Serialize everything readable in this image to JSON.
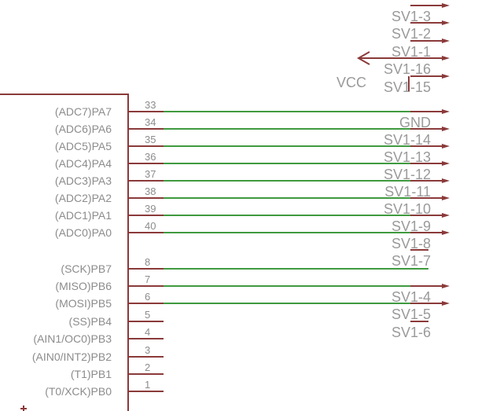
{
  "chip": {
    "pins": [
      {
        "name": "(ADC7)PA7",
        "num": "33",
        "wired": true
      },
      {
        "name": "(ADC6)PA6",
        "num": "34",
        "wired": true
      },
      {
        "name": "(ADC5)PA5",
        "num": "35",
        "wired": true
      },
      {
        "name": "(ADC4)PA4",
        "num": "36",
        "wired": true
      },
      {
        "name": "(ADC3)PA3",
        "num": "37",
        "wired": true
      },
      {
        "name": "(ADC2)PA2",
        "num": "38",
        "wired": true
      },
      {
        "name": "(ADC1)PA1",
        "num": "39",
        "wired": true
      },
      {
        "name": "(ADC0)PA0",
        "num": "40",
        "wired": true
      },
      {
        "name": "(SCK)PB7",
        "num": "8",
        "wired": true
      },
      {
        "name": "(MISO)PB6",
        "num": "7",
        "wired": true
      },
      {
        "name": "(MOSI)PB5",
        "num": "6",
        "wired": true
      },
      {
        "name": "(SS)PB4",
        "num": "5",
        "wired": false
      },
      {
        "name": "(AIN1/OC0)PB3",
        "num": "4",
        "wired": false
      },
      {
        "name": "(AIN0/INT2)PB2",
        "num": "3",
        "wired": false
      },
      {
        "name": "(T1)PB1",
        "num": "2",
        "wired": false
      },
      {
        "name": "(T0/XCK)PB0",
        "num": "1",
        "wired": false
      }
    ]
  },
  "connector": {
    "labels": [
      {
        "text": "SV1-3",
        "stub": true
      },
      {
        "text": "SV1-2",
        "stub": true
      },
      {
        "text": "SV1-1",
        "stub": true
      },
      {
        "text": "SV1-16",
        "stub": true
      },
      {
        "text": "SV1-15",
        "stub": true
      },
      {
        "text": "GND",
        "stub": true
      },
      {
        "text": "SV1-14",
        "stub": true
      },
      {
        "text": "SV1-13",
        "stub": true
      },
      {
        "text": "SV1-12",
        "stub": true
      },
      {
        "text": "SV1-11",
        "stub": true
      },
      {
        "text": "SV1-10",
        "stub": true
      },
      {
        "text": "SV1-9",
        "stub": true
      },
      {
        "text": "SV1-8",
        "stub": true
      },
      {
        "text": "SV1-7",
        "stub": false
      },
      {
        "text": "SV1-4",
        "stub": true
      },
      {
        "text": "SV1-5",
        "stub": true
      },
      {
        "text": "SV1-6",
        "stub": false
      }
    ]
  },
  "vcc_label": "VCC",
  "colors": {
    "part": "#8b3a3a",
    "wire": "#3f9a3f",
    "text": "#8c8c8c"
  }
}
